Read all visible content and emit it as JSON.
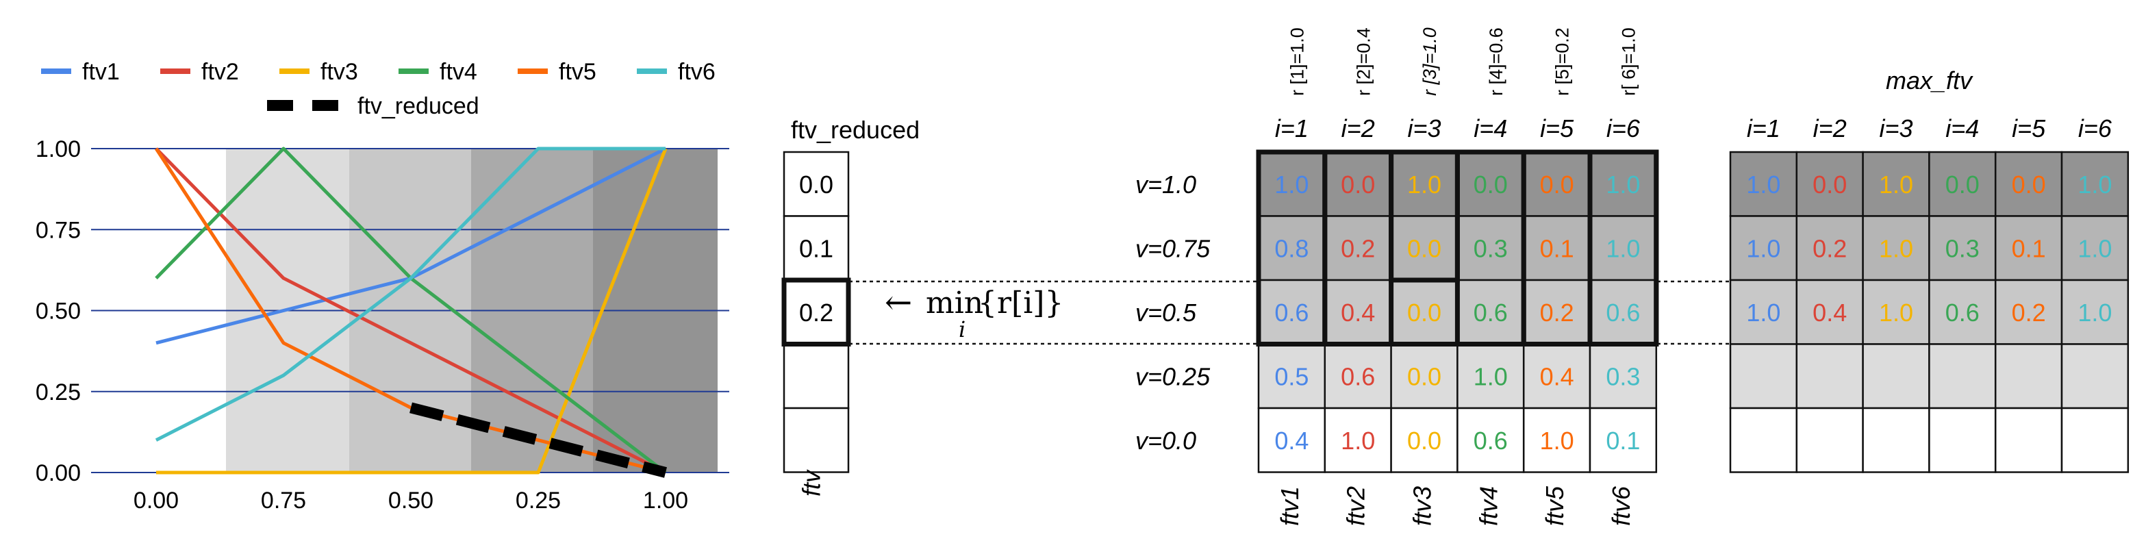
{
  "colors": {
    "ftv1": "#4a86e8",
    "ftv2": "#db4437",
    "ftv3": "#f4b400",
    "ftv4": "#3aa655",
    "ftv5": "#fa6a0a",
    "ftv6": "#46bdc6",
    "ftv_reduced": "#000000",
    "gridline": "#1f3a93",
    "band_light": "#dcdcdc",
    "band_mid": "#c8c8c8",
    "band_dark": "#aaaaaa",
    "band_darker": "#999999",
    "band_darkest": "#939393"
  },
  "chart_data": {
    "type": "line",
    "x_ticks": [
      "0.00",
      "0.75",
      "0.50",
      "0.25",
      "1.00"
    ],
    "y_ticks": [
      "0.00",
      "0.25",
      "0.50",
      "0.75",
      "1.00"
    ],
    "ylim": [
      0,
      1
    ],
    "grid": "horizontal",
    "legend_position": "top",
    "series": [
      {
        "name": "ftv1",
        "values": [
          0.4,
          0.5,
          0.6,
          0.8,
          1.0
        ]
      },
      {
        "name": "ftv2",
        "values": [
          1.0,
          0.6,
          0.4,
          0.2,
          0.0
        ]
      },
      {
        "name": "ftv3",
        "values": [
          0.0,
          0.0,
          0.0,
          0.0,
          1.0
        ]
      },
      {
        "name": "ftv4",
        "values": [
          0.6,
          1.0,
          0.6,
          0.3,
          0.0
        ]
      },
      {
        "name": "ftv5",
        "values": [
          1.0,
          0.4,
          0.2,
          0.1,
          0.0
        ]
      },
      {
        "name": "ftv6",
        "values": [
          0.1,
          0.3,
          0.6,
          1.0,
          1.0
        ]
      },
      {
        "name": "ftv_reduced",
        "x_index": [
          2,
          3,
          4
        ],
        "values": [
          0.2,
          0.1,
          0.0
        ],
        "style": "dashed"
      }
    ]
  },
  "reduced": {
    "title": "ftv_reduced",
    "values": [
      "0.0",
      "0.1",
      "0.2",
      "",
      ""
    ],
    "highlight_index": 2,
    "xlabel": "ftv"
  },
  "formula": {
    "arrow": "←",
    "min": "min",
    "subscript": "i",
    "body": "{r[i]}"
  },
  "table": {
    "r_labels": [
      "r [1]=1.0",
      "r [2]=0.4",
      "r [3]=1.0",
      "r [4]=0.6",
      "r [5]=0.2",
      "r[ 6]=1.0"
    ],
    "col_headers": [
      "i=1",
      "i=2",
      "i=3",
      "i=4",
      "i=5",
      "i=6"
    ],
    "row_labels": [
      "v=1.0",
      "v=0.75",
      "v=0.5",
      "v=0.25",
      "v=0.0"
    ],
    "bottom_labels": [
      "ftv1",
      "ftv2",
      "ftv3",
      "ftv4",
      "ftv5",
      "ftv6"
    ],
    "cells": [
      [
        "1.0",
        "0.0",
        "1.0",
        "0.0",
        "0.0",
        "1.0"
      ],
      [
        "0.8",
        "0.2",
        "0.0",
        "0.3",
        "0.1",
        "1.0"
      ],
      [
        "0.6",
        "0.4",
        "0.0",
        "0.6",
        "0.2",
        "0.6"
      ],
      [
        "0.5",
        "0.6",
        "0.0",
        "1.0",
        "0.4",
        "0.3"
      ],
      [
        "0.4",
        "1.0",
        "0.0",
        "0.6",
        "1.0",
        "0.1"
      ]
    ]
  },
  "max_table": {
    "title": "max_ftv",
    "col_headers": [
      "i=1",
      "i=2",
      "i=3",
      "i=4",
      "i=5",
      "i=6"
    ],
    "cells": [
      [
        "1.0",
        "0.0",
        "1.0",
        "0.0",
        "0.0",
        "1.0"
      ],
      [
        "1.0",
        "0.2",
        "1.0",
        "0.3",
        "0.1",
        "1.0"
      ],
      [
        "1.0",
        "0.4",
        "1.0",
        "0.6",
        "0.2",
        "1.0"
      ],
      [
        "",
        "",
        "",
        "",
        "",
        ""
      ],
      [
        "",
        "",
        "",
        "",
        "",
        ""
      ]
    ]
  }
}
